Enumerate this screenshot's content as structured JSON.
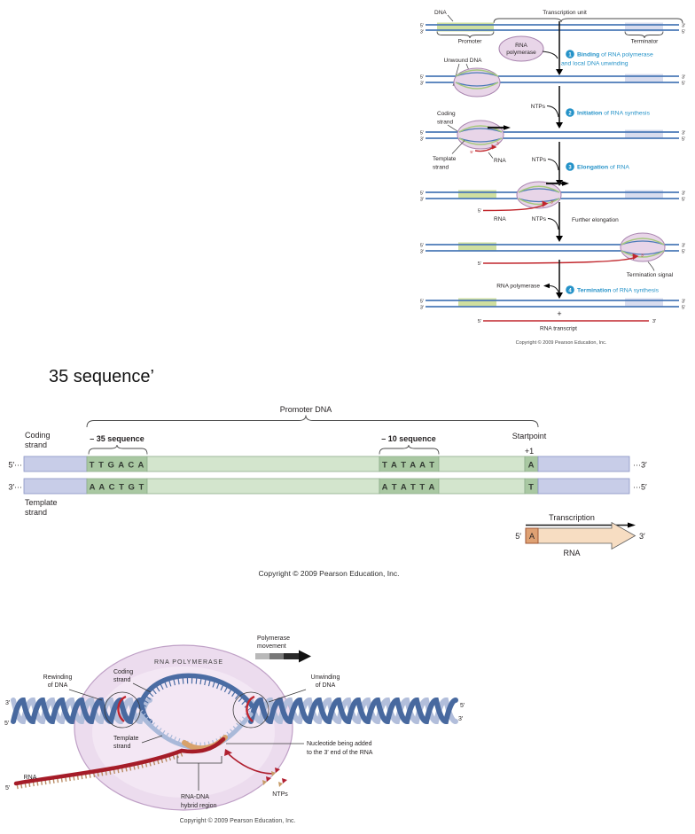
{
  "palette": {
    "strand_blue": "#4b79b7",
    "promoter_green": "#cfdf9f",
    "terminator_lavender": "#d8dcee",
    "polymerase_pink": "#e8d5e8",
    "polymerase_stroke": "#a884ae",
    "rna_red": "#c1272d",
    "step_blue": "#2492c8",
    "seq_lavender": "#c8cde8",
    "seq_lightgreen": "#d3e5cd",
    "seq_darkgreen": "#a9c8a2",
    "arrow_peach": "#f7ddc2",
    "arrow_abox": "#dfa173",
    "helix_dark": "#48699f",
    "helix_light": "#b2bedb",
    "big_ellipse": "#ecdcee"
  },
  "heading": "35 sequence’",
  "fig1": {
    "dna": "DNA",
    "title": "Transcription unit",
    "promoter": "Promoter",
    "terminator": "Terminator",
    "poly1": "RNA",
    "poly2": "polymerase",
    "unwound": "Unwound DNA",
    "ntps": "NTPs",
    "coding1": "Coding",
    "coding2": "strand",
    "template1": "Template",
    "template2": "strand",
    "rna": "RNA",
    "further": "Further elongation",
    "termination_signal": "Termination signal",
    "rna_polymerase": "RNA polymerase",
    "plus": "+",
    "rna_transcript": "RNA transcript",
    "p5": "5′",
    "p3": "3′",
    "steps": [
      {
        "num": "1",
        "bold": "Binding",
        "rest": " of RNA polymerase",
        "line2": "and local DNA unwinding"
      },
      {
        "num": "2",
        "bold": "Initiation",
        "rest": " of RNA synthesis"
      },
      {
        "num": "3",
        "bold": "Elongation",
        "rest": " of RNA"
      },
      {
        "num": "4",
        "bold": "Termination",
        "rest": " of RNA synthesis"
      }
    ],
    "copyright": "Copyright © 2009 Pearson Education, Inc."
  },
  "fig2": {
    "promoter_dna": "Promoter DNA",
    "coding1": "Coding",
    "coding2": "strand",
    "template1": "Template",
    "template2": "strand",
    "minus35": "– 35 sequence",
    "minus10": "– 10 sequence",
    "startpoint": "Startpoint",
    "plus1": "+1",
    "top_left": "5′···",
    "bot_left": "3′···",
    "top_right": "···3′",
    "bot_right": "···5′",
    "seq": {
      "top35": "T T G A C A",
      "top10": "T A T A A T",
      "topstart": "A",
      "bot35": "A A C T G T",
      "bot10": "A T A T T A",
      "botstart": "T"
    },
    "transcription": "Transcription",
    "rna": "RNA",
    "arrow5": "5′",
    "arrow3": "3′",
    "arrowA": "A",
    "copyright": "Copyright © 2009 Pearson Education, Inc."
  },
  "fig3": {
    "movement1": "Polymerase",
    "movement2": "movement",
    "rna_polymerase": "RNA POLYMERASE",
    "coding1": "Coding",
    "coding2": "strand",
    "rewinding1": "Rewinding",
    "rewinding2": "of DNA",
    "unwinding1": "Unwinding",
    "unwinding2": "of DNA",
    "template1": "Template",
    "template2": "strand",
    "nucleotide1": "Nucleotide being added",
    "nucleotide2": "to the 3′ end of the RNA",
    "rna": "RNA",
    "hybrid1": "RNA-DNA",
    "hybrid2": "hybrid region",
    "ntps": "NTPs",
    "p5": "5′",
    "p3": "3′",
    "copyright": "Copyright © 2009 Pearson Education, Inc."
  }
}
